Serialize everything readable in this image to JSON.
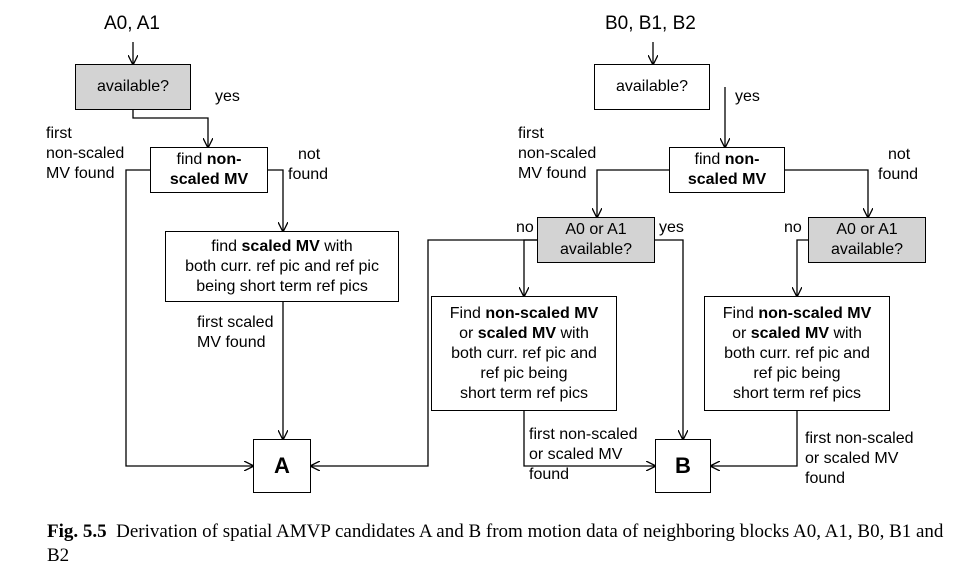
{
  "left": {
    "input": "A0, A1",
    "available_box": "available?",
    "yes": "yes",
    "first_nonscaled_label": [
      "first",
      "non-scaled",
      "MV found"
    ],
    "find_nonscaled_box": {
      "pre": "find ",
      "bold1": "non-",
      "bold2": "scaled MV"
    },
    "not_found": [
      "not",
      "found"
    ],
    "find_scaled_box": {
      "pre": "find ",
      "bold": "scaled MV",
      "post": " with",
      "line2": "both curr. ref pic and ref pic",
      "line3": "being short term ref pics"
    },
    "first_scaled_label": [
      "first scaled",
      "MV found"
    ],
    "result": "A"
  },
  "right": {
    "input": "B0, B1, B2",
    "available_box": "available?",
    "yes": "yes",
    "first_nonscaled_label": [
      "first",
      "non-scaled",
      "MV found"
    ],
    "find_nonscaled_box": {
      "pre": "find ",
      "bold1": "non-",
      "bold2": "scaled MV"
    },
    "not_found": [
      "not",
      "found"
    ],
    "a_available_1": {
      "line1": "A0 or A1",
      "line2": "available?",
      "no": "no",
      "yes": "yes"
    },
    "a_available_2": {
      "line1": "A0 or A1",
      "line2": "available?",
      "no": "no"
    },
    "find_box_1": {
      "pre": "Find ",
      "bold1": "non-scaled MV",
      "mid": "or ",
      "bold2": "scaled MV",
      "post": " with",
      "line3": "both curr. ref pic and",
      "line4": "ref pic being",
      "line5": "short term ref pics"
    },
    "find_box_2": {
      "pre": "Find ",
      "bold1": "non-scaled MV",
      "mid": "or ",
      "bold2": "scaled MV",
      "post": " with",
      "line3": "both curr. ref pic and",
      "line4": "ref pic being",
      "line5": "short term ref pics"
    },
    "found_label_1": [
      "first non-scaled",
      "or scaled MV",
      "found"
    ],
    "found_label_2": [
      "first non-scaled",
      "or scaled MV",
      "found"
    ],
    "result": "B"
  },
  "caption": {
    "fig": "Fig. 5.5",
    "text": "Derivation of spatial AMVP candidates A and B from motion data of neighboring blocks A0, A1, B0, B1 and B2"
  },
  "colors": {
    "gray_box": "#d3d3d3",
    "line": "#000000"
  }
}
